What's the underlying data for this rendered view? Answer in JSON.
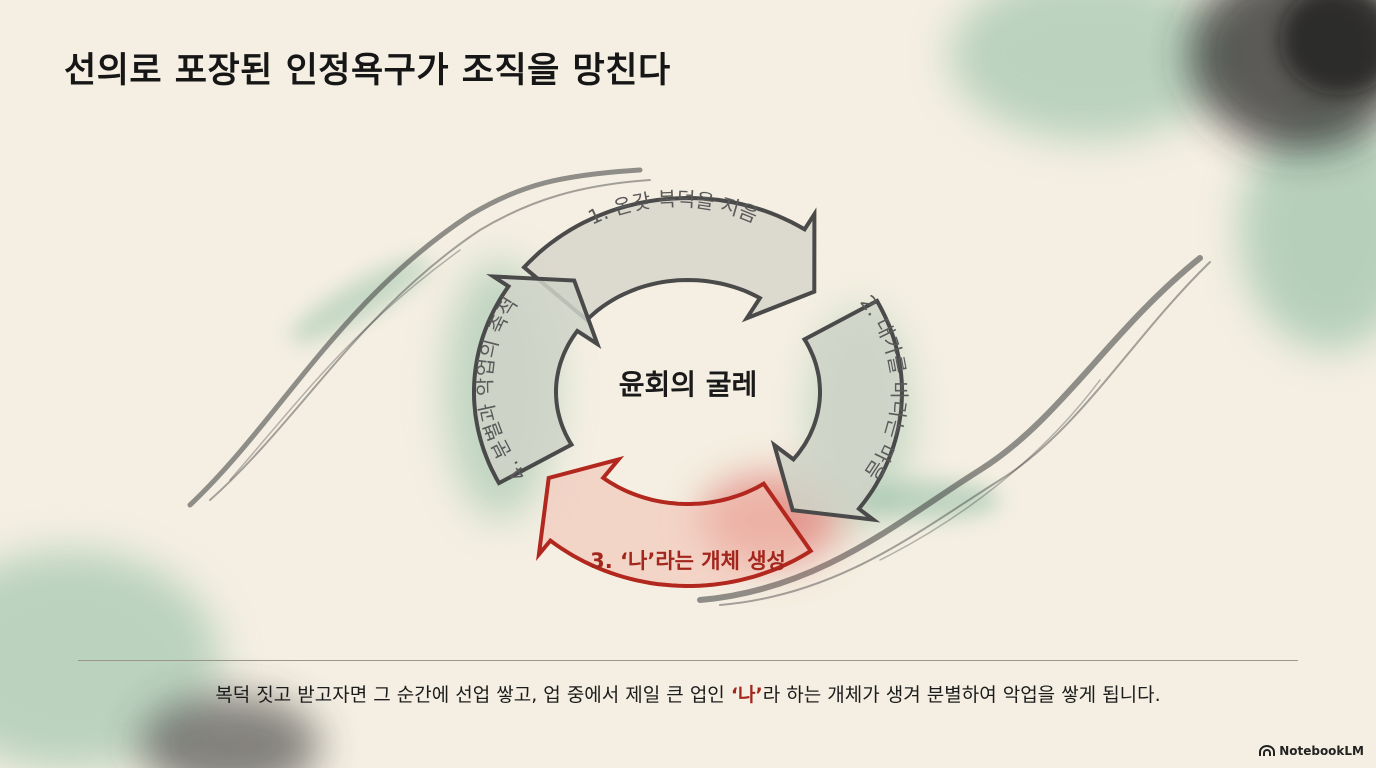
{
  "title": "선의로 포장된 인정욕구가 조직을 망친다",
  "diagram": {
    "center_label": "윤회의 굴레",
    "steps": [
      {
        "label": "1. 온갖 복덕을 지음"
      },
      {
        "label": "2. 대가를 바라는 마음"
      },
      {
        "label": "3. ‘나’라는 개체 생성"
      },
      {
        "label": "4. 분별과 악업의 축적"
      }
    ]
  },
  "caption": {
    "before": "복덕 짓고 받고자면 그 순간에 선업 쌓고, 업 중에서 제일 큰 업인 ",
    "highlight": "‘나’",
    "after": "라 하는 개체가 생겨 분별하여 악업을 쌓게 됩니다."
  },
  "brand": "NotebookLM",
  "colors": {
    "background": "#f4efe2",
    "accent_red": "#a3261d",
    "ink_gray": "#4a4a4a",
    "wash_green": "#8dbba1"
  }
}
